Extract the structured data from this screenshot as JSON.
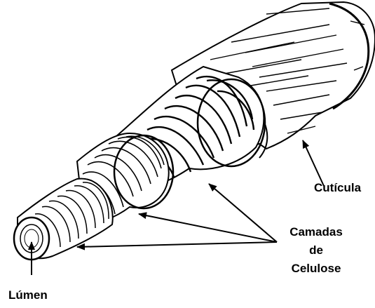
{
  "labels": {
    "cuticula": "Cutícula",
    "camadas_line1": "Camadas",
    "camadas_line2": "de",
    "camadas_line3": "Celulose",
    "lumen": "Lúmen"
  },
  "colors": {
    "ink": "#000000",
    "background": "#ffffff"
  }
}
